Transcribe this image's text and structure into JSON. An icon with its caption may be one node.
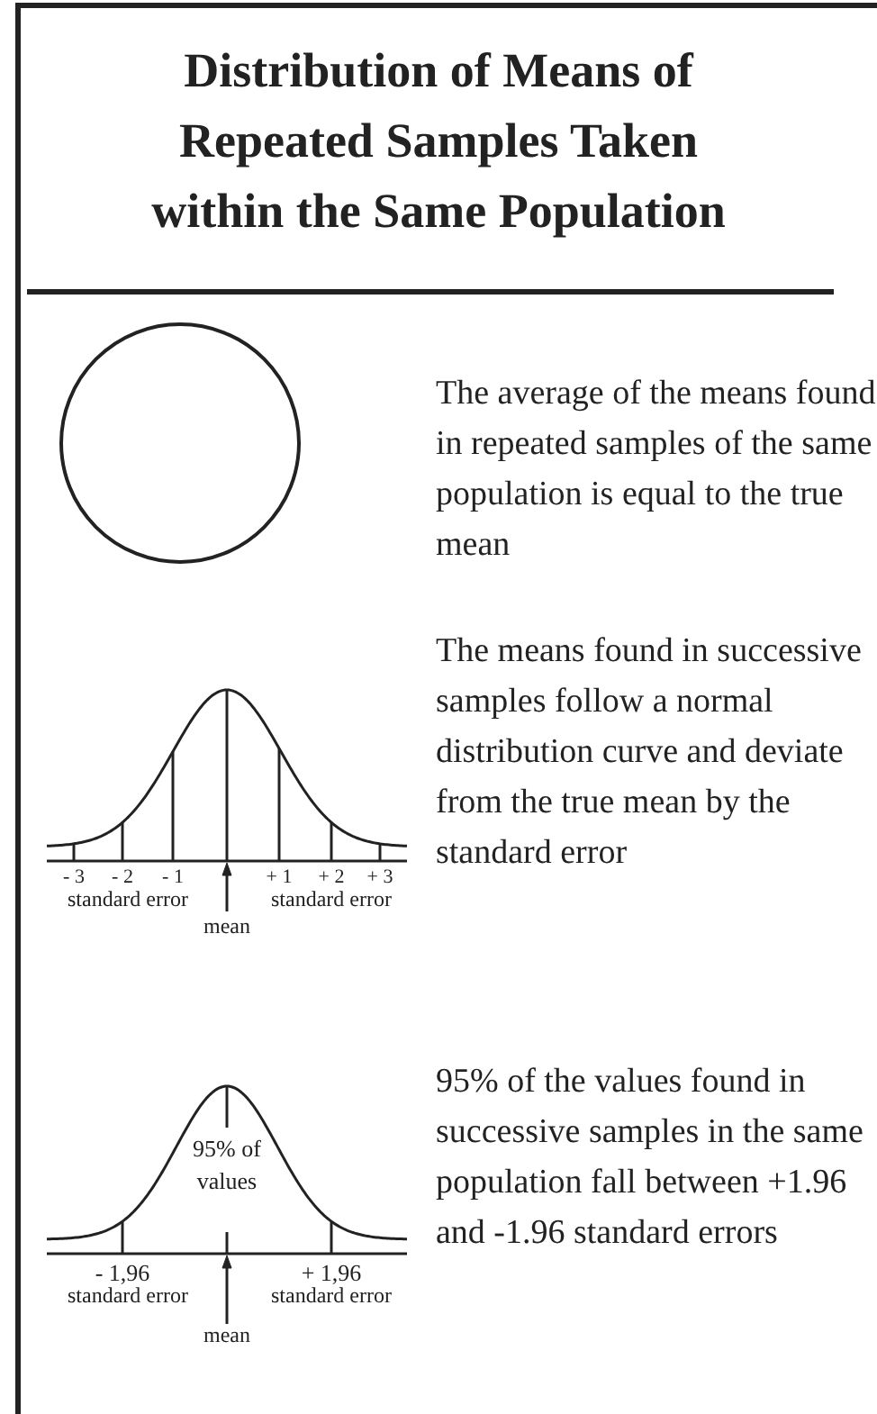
{
  "diagram": {
    "title": "Distribution of Means of Repeated Samples Taken within the Same Population",
    "labels": [
      "The average of the means found in repeated samples of the same population is equal to the true mean",
      "The means found in successive samples follow a normal distribution curve and deviate from the true mean by the standard error",
      "- 3",
      "- 2",
      "- 1",
      "+ 1",
      "+ 2",
      "+ 3",
      "standard error",
      "standard error",
      "mean",
      "95% of the values found in successive samples in the same population fall between +1.96 and -1.96 standard errors",
      "95% of values",
      "- 1,96",
      "+ 1,96",
      "standard error",
      "standard error",
      "mean"
    ]
  }
}
